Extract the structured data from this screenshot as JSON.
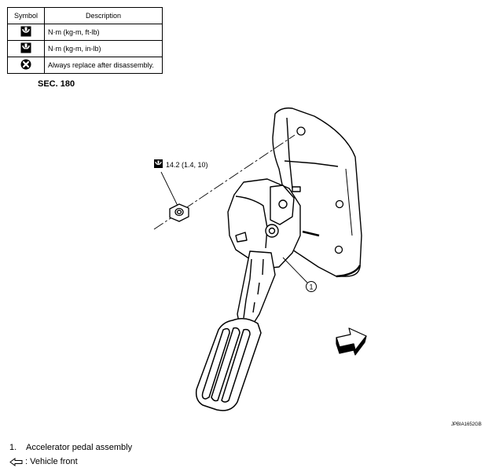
{
  "legend": {
    "header_symbol": "Symbol",
    "header_description": "Description",
    "rows": [
      {
        "icon": "torque-wrench-icon",
        "description": "N·m (kg-m, ft-lb)"
      },
      {
        "icon": "torque-wrench-small-icon",
        "description": "N·m (kg-m, in-lb)"
      },
      {
        "icon": "always-replace-icon",
        "description": "Always replace after disassembly."
      }
    ]
  },
  "section": "SEC. 180",
  "torque_callout": "14.2 (1.4, 10)",
  "part_callout_number": "1",
  "drawing_code": "JPBIA1652GB",
  "notes": {
    "item1_number": "1.",
    "item1_label": "Accelerator pedal assembly",
    "vehicle_front": ": Vehicle front"
  }
}
